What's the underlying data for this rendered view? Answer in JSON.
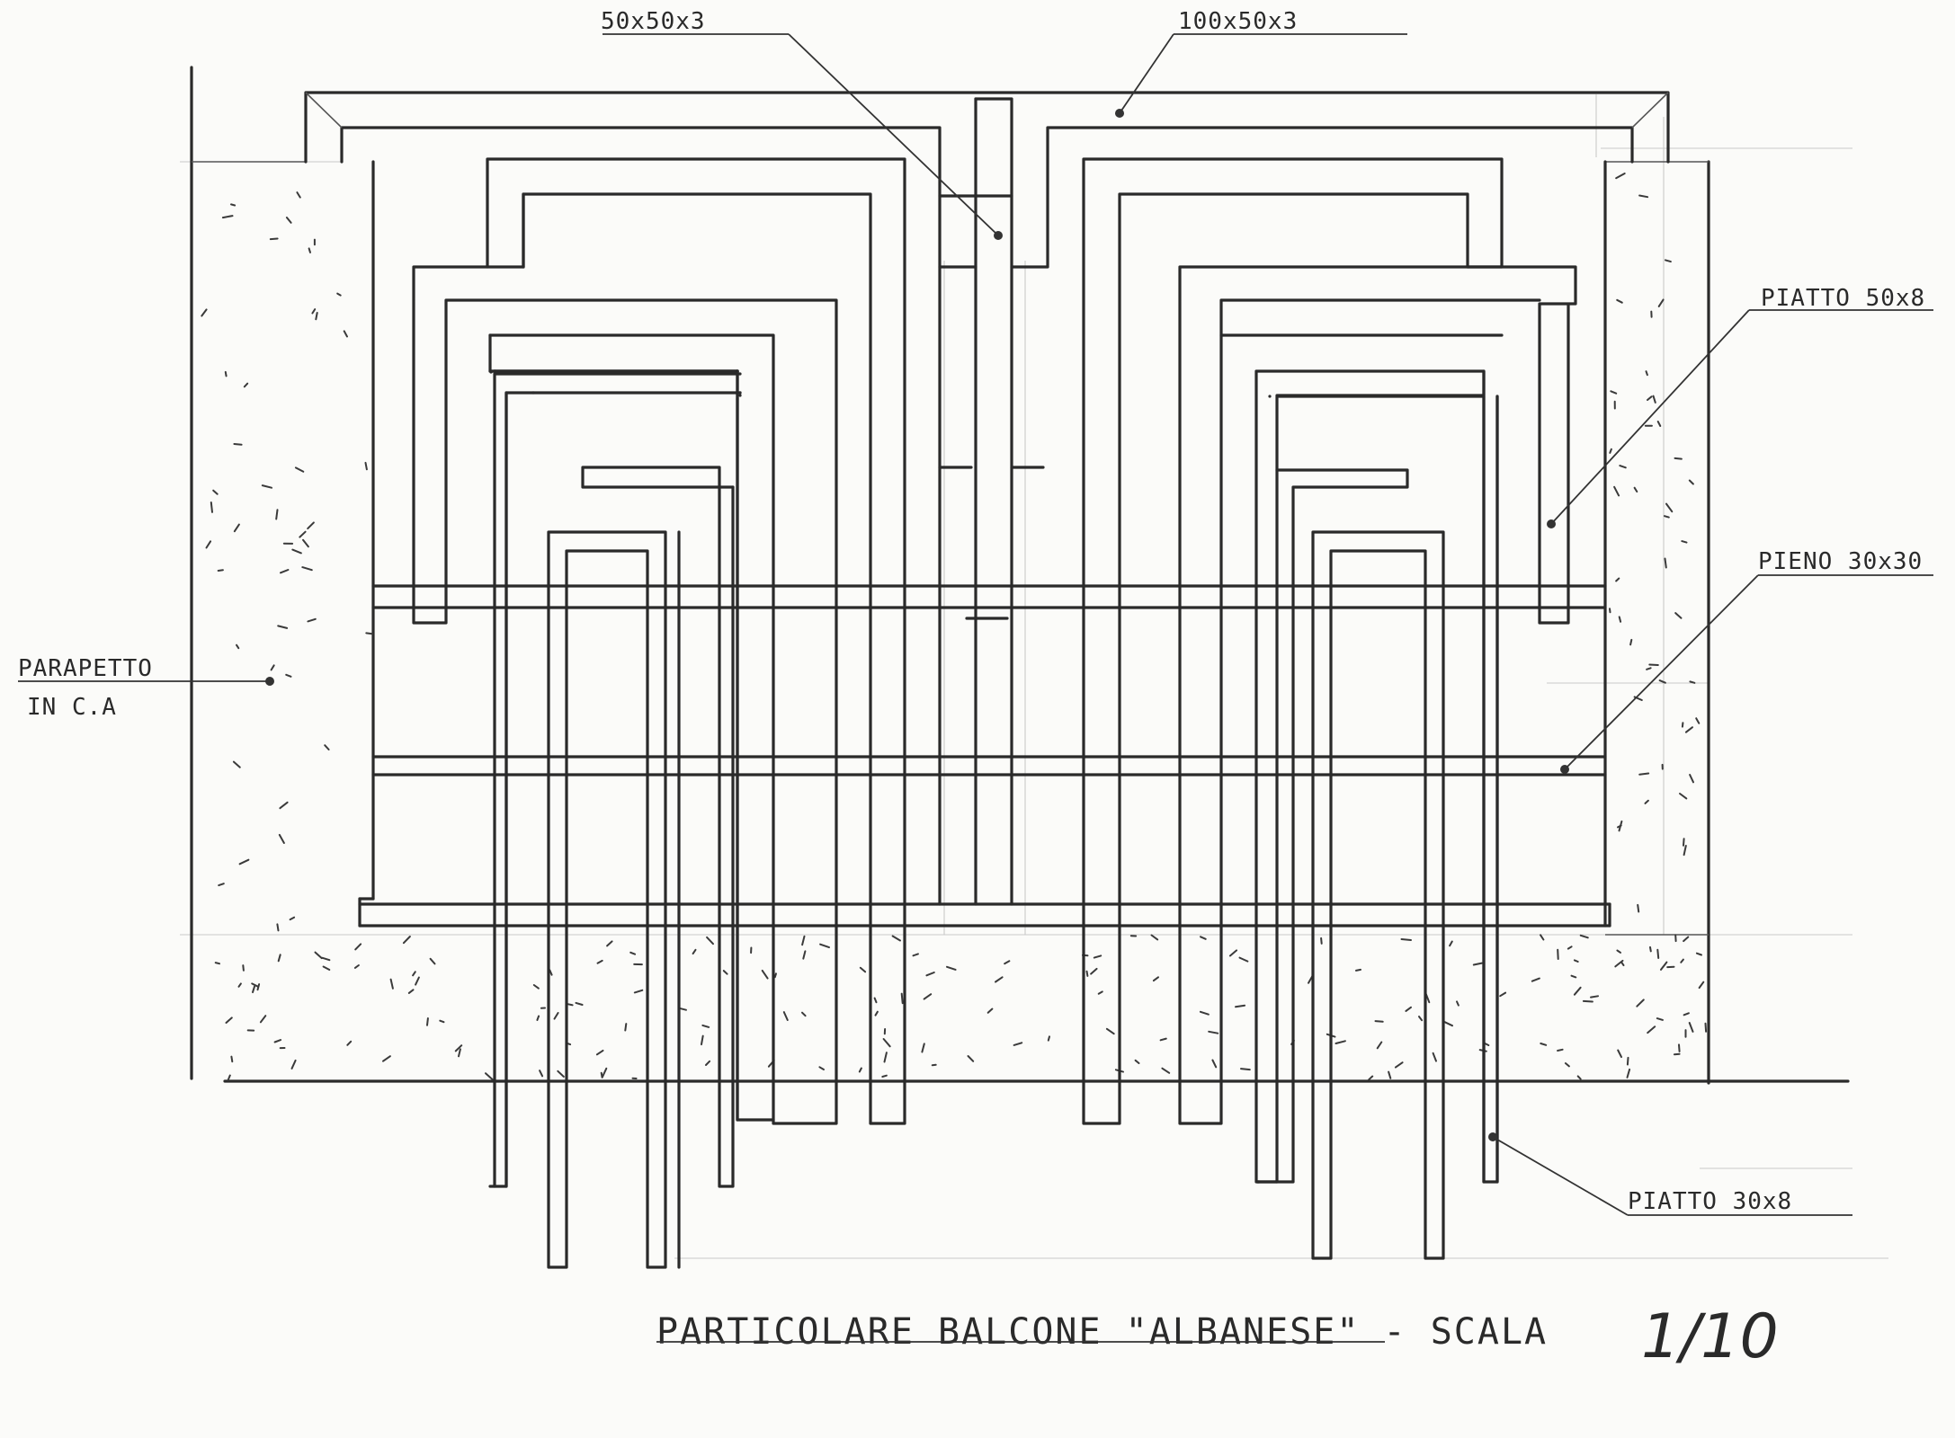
{
  "drawing": {
    "title": "PARTICOLARE BALCONE \"ALBANESE\" - SCALA",
    "scale": "1/10"
  },
  "labels": {
    "tube_50": "50x50x3",
    "tube_100": "100x50x3",
    "flat_50": "PIATTO 50x8",
    "solid_30": "PIENO 30x30",
    "parapet_1": "PARAPETTO",
    "parapet_2": "IN C.A",
    "flat_30": "PIATTO 30x8"
  }
}
